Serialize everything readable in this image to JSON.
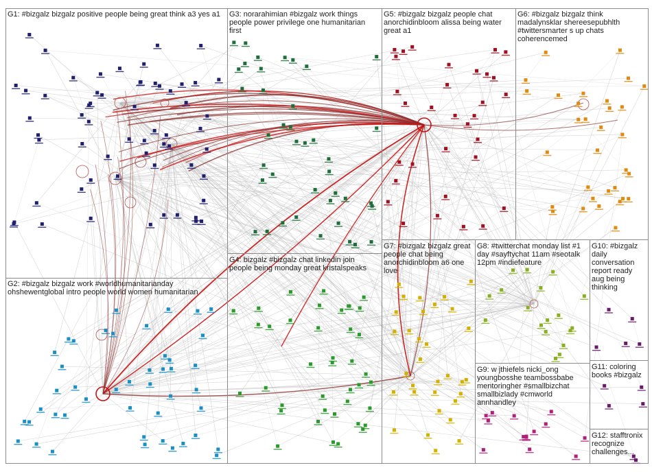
{
  "groups": [
    {
      "id": "G1",
      "label": "G1: #bizgalz bizgalz positive people being great think a3 yes a1",
      "color": "#1f1f6e"
    },
    {
      "id": "G2",
      "label": "G2: #bizgalz bizgalz work #worldhumanitarianday ohshewentglobal intro people world women humanitarian",
      "color": "#1b8fc4"
    },
    {
      "id": "G3",
      "label": "G3: norarahimian #bizgalz work things people power privilege one humanitarian first",
      "color": "#1e6e3a"
    },
    {
      "id": "G4",
      "label": "G4: bizgalz #bizgalz chat linkedin join people being monday great kristalspeaks",
      "color": "#2a9a2a"
    },
    {
      "id": "G5",
      "label": "G5: #bizgalz bizgalz people chat anorchidinbloom alissa being water great a1",
      "color": "#a01020"
    },
    {
      "id": "G6",
      "label": "G6: #bizgalz bizgalz think madalynsklar shereesepubhlth #twittersmarter s up chats coherencemed",
      "color": "#e08a10"
    },
    {
      "id": "G7",
      "label": "G7: #bizgalz bizgalz great people chat being anorchidinbloom a6 one love",
      "color": "#d4b000"
    },
    {
      "id": "G8",
      "label": "G8: #twitterchat monday list #1 day #sayftychat 11am #seotalk 12pm #indiefeature",
      "color": "#88b020"
    },
    {
      "id": "G9",
      "label": "G9: w jthiefels nicki_ong youngbosshe teambossbabe mentoringher #smallbizchat smallbizlady #cmworld annhandley",
      "color": "#b0207a"
    },
    {
      "id": "G10",
      "label": "G10: #bizgalz daily conversation report ready aug being thinking",
      "color": "#6a1a6a"
    },
    {
      "id": "G11",
      "label": "G11: coloring books #bizgalz",
      "color": "#6a1a6a"
    },
    {
      "id": "G12",
      "label": "G12: stafftronix recognize challenges...",
      "color": "#6a1a6a"
    }
  ],
  "colors": {
    "edge": "#b8b8b8",
    "strong_edge": "#c81010",
    "mid_edge": "#8a3030",
    "box_border": "#8a8a8a"
  }
}
